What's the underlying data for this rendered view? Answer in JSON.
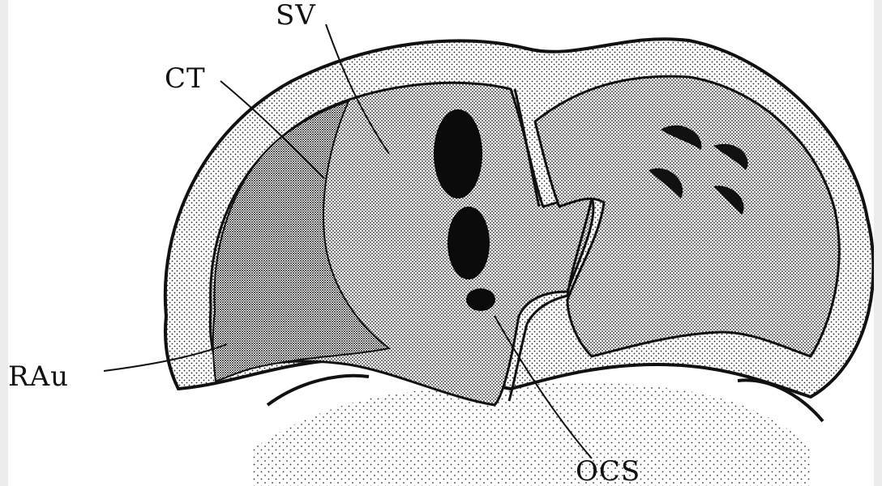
{
  "labels": {
    "sv": "SV",
    "ct": "CT",
    "rau": "RAu",
    "ocs": "OCS"
  },
  "colors": {
    "ink": "#111111",
    "background": "#ffffff",
    "frame": "#ebebeb"
  }
}
